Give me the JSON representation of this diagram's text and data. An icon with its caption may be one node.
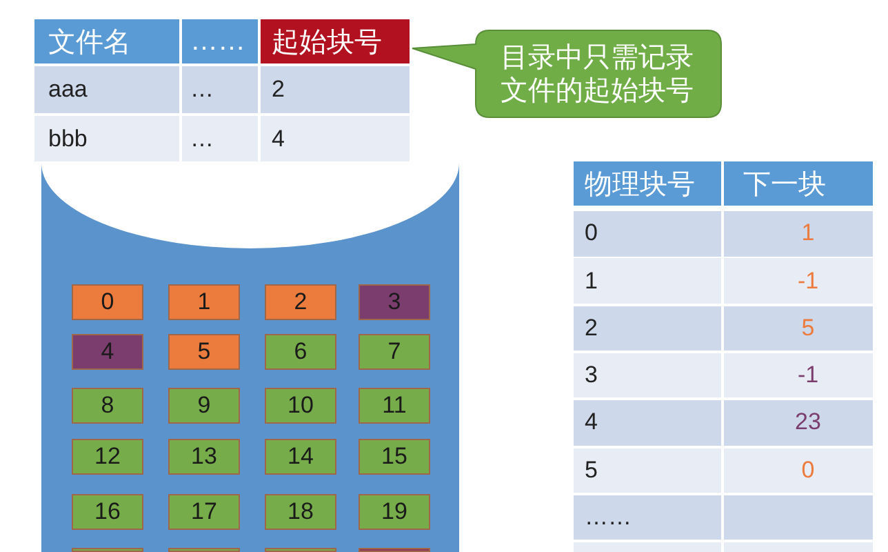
{
  "diagram": {
    "nodes": [
      {
        "text": [
          "目录中只需记录文件的起始块号"
        ]
      },
      {
        "text": [],
        "shape": "cylinder"
      },
      {
        "text": [
          "0"
        ],
        "in": 1
      },
      {
        "text": [
          "1"
        ],
        "in": 1
      },
      {
        "text": [
          "2"
        ],
        "in": 1
      },
      {
        "text": [
          "3"
        ],
        "in": 1
      },
      {
        "text": [
          "4"
        ],
        "in": 1
      },
      {
        "text": [
          "5"
        ],
        "in": 1
      },
      {
        "text": [
          "6"
        ],
        "in": 1
      },
      {
        "text": [
          "7"
        ],
        "in": 1
      },
      {
        "text": [
          "8"
        ],
        "in": 1
      },
      {
        "text": [
          "9"
        ],
        "in": 1
      },
      {
        "text": [
          "10"
        ],
        "in": 1
      },
      {
        "text": [
          "11"
        ],
        "in": 1
      },
      {
        "text": [
          "12"
        ],
        "in": 1
      },
      {
        "text": [
          "13"
        ],
        "in": 1
      },
      {
        "text": [
          "14"
        ],
        "in": 1
      },
      {
        "text": [
          "15"
        ],
        "in": 1
      },
      {
        "text": [
          "16"
        ],
        "in": 1
      },
      {
        "text": [
          "17"
        ],
        "in": 1
      },
      {
        "text": [
          "18"
        ],
        "in": 1
      },
      {
        "text": [
          "19"
        ],
        "in": 1
      },
      {
        "text": [],
        "shape": "box",
        "in": 1
      },
      {
        "text": [],
        "shape": "box",
        "in": 1
      },
      {
        "text": [],
        "shape": "box",
        "in": 1
      },
      {
        "text": [],
        "shape": "box",
        "in": 1
      }
    ],
    "labels": [
      "文件名",
      "……",
      "起始块号",
      "aaa",
      "…",
      "2",
      "bbb",
      "…",
      "4",
      "物理块号",
      "下一块",
      "0",
      "1",
      "1",
      "-1",
      "2",
      "5",
      "3",
      "-1",
      "4",
      "23",
      "5",
      "0",
      "……"
    ]
  }
}
